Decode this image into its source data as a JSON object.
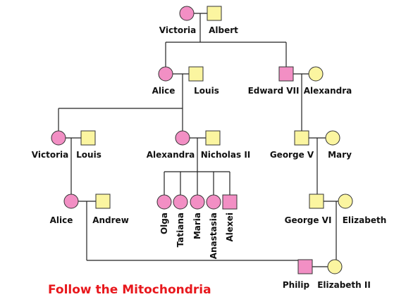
{
  "colors": {
    "female_carrier": "#f28fc4",
    "unaffected": "#fbf5a0",
    "affected_male": "#f28fc4",
    "caption": "#e8171c",
    "lines": "#222222"
  },
  "caption": "Follow the Mitochondria",
  "people": {
    "victoria_1": {
      "name": "Victoria",
      "sex": "female",
      "status": "pink"
    },
    "albert": {
      "name": "Albert",
      "sex": "male",
      "status": "yellow"
    },
    "alice_1": {
      "name": "Alice",
      "sex": "female",
      "status": "pink"
    },
    "louis_1": {
      "name": "Louis",
      "sex": "male",
      "status": "yellow"
    },
    "edward_vii": {
      "name": "Edward VII",
      "sex": "male",
      "status": "pink"
    },
    "alexandra_1": {
      "name": "Alexandra",
      "sex": "female",
      "status": "yellow"
    },
    "victoria_2": {
      "name": "Victoria",
      "sex": "female",
      "status": "pink"
    },
    "louis_2": {
      "name": "Louis",
      "sex": "male",
      "status": "yellow"
    },
    "alexandra_2": {
      "name": "Alexandra",
      "sex": "female",
      "status": "pink"
    },
    "nicholas_ii": {
      "name": "Nicholas II",
      "sex": "male",
      "status": "yellow"
    },
    "george_v": {
      "name": "George V",
      "sex": "male",
      "status": "yellow"
    },
    "mary": {
      "name": "Mary",
      "sex": "female",
      "status": "yellow"
    },
    "alice_2": {
      "name": "Alice",
      "sex": "female",
      "status": "pink"
    },
    "andrew": {
      "name": "Andrew",
      "sex": "male",
      "status": "yellow"
    },
    "olga": {
      "name": "Olga",
      "sex": "female",
      "status": "pink"
    },
    "tatiana": {
      "name": "Tatiana",
      "sex": "female",
      "status": "pink"
    },
    "maria": {
      "name": "Maria",
      "sex": "female",
      "status": "pink"
    },
    "anastasia": {
      "name": "Anastasia",
      "sex": "female",
      "status": "pink"
    },
    "alexei": {
      "name": "Alexei",
      "sex": "male",
      "status": "pink"
    },
    "george_vi": {
      "name": "George VI",
      "sex": "male",
      "status": "yellow"
    },
    "elizabeth": {
      "name": "Elizabeth",
      "sex": "female",
      "status": "yellow"
    },
    "philip": {
      "name": "Philip",
      "sex": "male",
      "status": "pink"
    },
    "elizabeth_ii": {
      "name": "Elizabeth II",
      "sex": "female",
      "status": "yellow"
    }
  }
}
